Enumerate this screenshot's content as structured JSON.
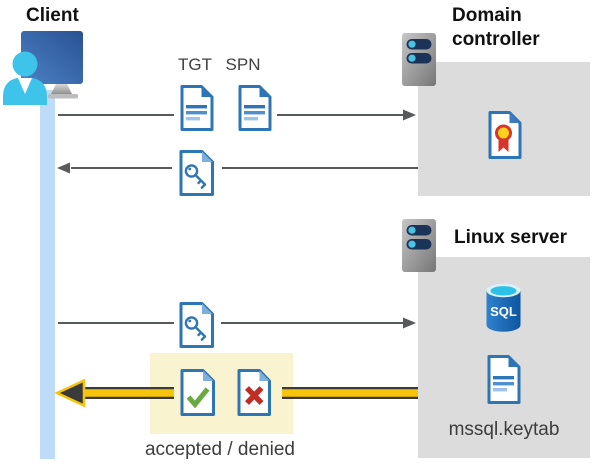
{
  "diagram_type": "kerberos-authentication-flow",
  "nodes": {
    "client": {
      "label": "Client"
    },
    "domain_controller": {
      "label": "Domain controller"
    },
    "linux_server": {
      "label": "Linux server"
    }
  },
  "tickets": {
    "tgt_label": "TGT",
    "spn_label": "SPN"
  },
  "linux_server_contents": {
    "database_icon_text": "SQL",
    "keytab_file_label": "mssql.keytab"
  },
  "response": {
    "result_label": "accepted / denied"
  },
  "flows": [
    {
      "from": "client",
      "to": "domain-controller",
      "carries": [
        "tgt-document",
        "spn-document"
      ],
      "direction": "right"
    },
    {
      "from": "domain-controller",
      "to": "client",
      "carries": [
        "key-document"
      ],
      "direction": "left"
    },
    {
      "from": "client",
      "to": "linux-server",
      "carries": [
        "key-document"
      ],
      "direction": "right"
    },
    {
      "from": "linux-server",
      "to": "client",
      "carries": [
        "accepted-document",
        "denied-document"
      ],
      "direction": "left",
      "highlighted": true
    }
  ],
  "icons": [
    "client-workstation-icon",
    "server-icon",
    "document-icon",
    "key-document-icon",
    "certificate-icon",
    "sql-database-icon",
    "check-document-icon",
    "x-document-icon"
  ],
  "colors": {
    "doc_blue": "#2e75b6",
    "doc_fold_light": "#7fb0dd",
    "line_light_blue": "#9dc3e6",
    "timeline_blue": "#bedcf7",
    "person_cyan": "#3ec3ea",
    "monitor_blue_dark": "#2a5292",
    "monitor_blue_light": "#4b82c6",
    "server_gray": "#9a9a9a",
    "server_pill_navy": "#1b3357",
    "server_dot_cyan": "#4cc3e2",
    "gray_box": "#dcdcdc",
    "yellow_highlight_box": "#faf3cf",
    "arrow_gray": "#58595b",
    "arrow_yellow": "#f6c50a",
    "arrow_yellow_outline": "#3a3a3a",
    "check_green": "#6aaa43",
    "x_red": "#bf2e24",
    "cert_yellow": "#ffd21c",
    "cert_red": "#d8352a",
    "sql_blue_light": "#2f82cf",
    "sql_blue_dark": "#0e56a0",
    "sql_top_cyan": "#2ec1e7"
  }
}
